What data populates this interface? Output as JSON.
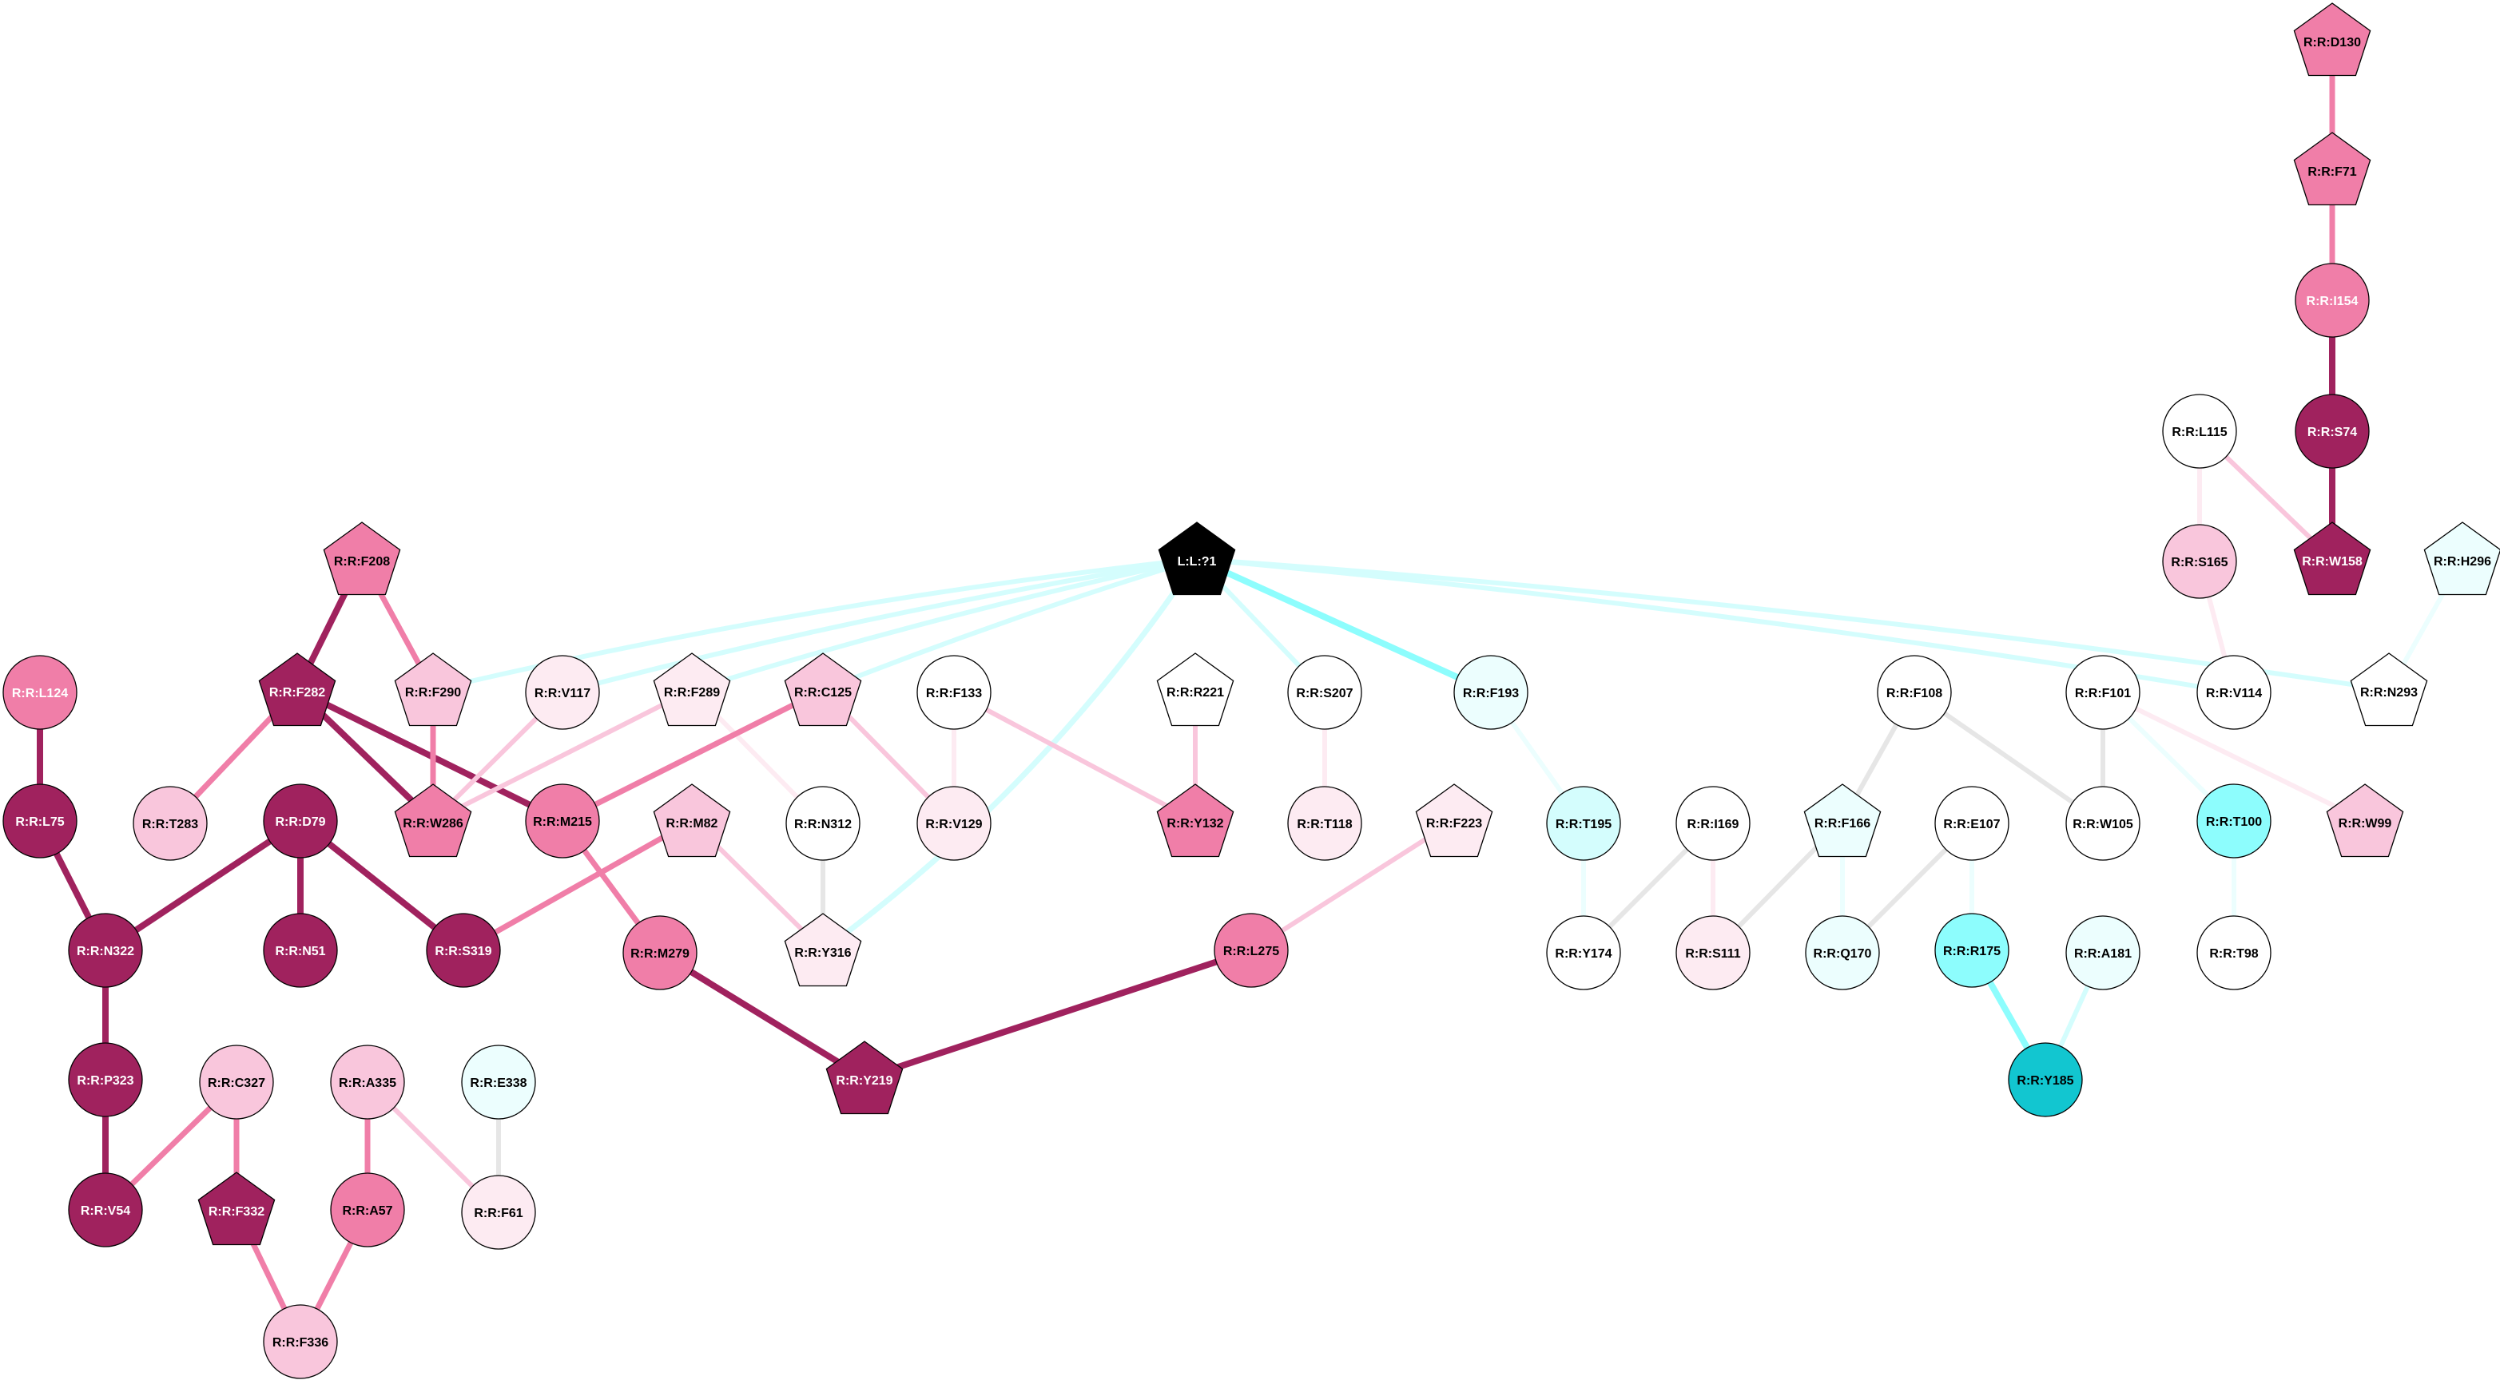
{
  "colors": {
    "dark": "#a0225e",
    "mid": "#f07ea8",
    "light": "#f9c6dc",
    "pale": "#fdebf2",
    "white": "#ffffff",
    "ice": "#ecfefe",
    "cyan_light": "#d4fdfd",
    "cyan": "#8dfdfd",
    "teal": "#12c6d0",
    "black": "#000000",
    "edge_grey": "#e6e6e6"
  },
  "nodes": [
    {
      "id": "R:R:D130",
      "shape": "pentagon",
      "color": "mid",
      "label_color": "dark-text"
    },
    {
      "id": "R:R:F71",
      "shape": "pentagon",
      "color": "mid",
      "label_color": "dark-text"
    },
    {
      "id": "R:R:I154",
      "shape": "circle",
      "color": "mid",
      "label_color": "white-text"
    },
    {
      "id": "R:R:S74",
      "shape": "circle",
      "color": "dark",
      "label_color": "white-text"
    },
    {
      "id": "R:R:L115",
      "shape": "circle",
      "color": "white",
      "label_color": "dark-text"
    },
    {
      "id": "R:R:W158",
      "shape": "pentagon",
      "color": "dark",
      "label_color": "white-text"
    },
    {
      "id": "R:R:S165",
      "shape": "circle",
      "color": "light",
      "label_color": "dark-text"
    },
    {
      "id": "R:R:H296",
      "shape": "pentagon",
      "color": "ice",
      "label_color": "dark-text"
    },
    {
      "id": "L:L:?1",
      "shape": "pentagon",
      "color": "black",
      "label_color": "white-text"
    },
    {
      "id": "R:R:F208",
      "shape": "pentagon",
      "color": "mid",
      "label_color": "dark-text"
    },
    {
      "id": "R:R:L124",
      "shape": "circle",
      "color": "mid",
      "label_color": "white-text"
    },
    {
      "id": "R:R:F282",
      "shape": "pentagon",
      "color": "dark",
      "label_color": "white-text"
    },
    {
      "id": "R:R:F290",
      "shape": "pentagon",
      "color": "light",
      "label_color": "dark-text"
    },
    {
      "id": "R:R:V117",
      "shape": "circle",
      "color": "pale",
      "label_color": "dark-text"
    },
    {
      "id": "R:R:F289",
      "shape": "pentagon",
      "color": "pale",
      "label_color": "dark-text"
    },
    {
      "id": "R:R:C125",
      "shape": "pentagon",
      "color": "light",
      "label_color": "dark-text"
    },
    {
      "id": "R:R:F133",
      "shape": "circle",
      "color": "white",
      "label_color": "dark-text"
    },
    {
      "id": "R:R:R221",
      "shape": "pentagon",
      "color": "white",
      "label_color": "dark-text"
    },
    {
      "id": "R:R:S207",
      "shape": "circle",
      "color": "white",
      "label_color": "dark-text"
    },
    {
      "id": "R:R:F193",
      "shape": "circle",
      "color": "ice",
      "label_color": "dark-text"
    },
    {
      "id": "R:R:F108",
      "shape": "circle",
      "color": "white",
      "label_color": "dark-text"
    },
    {
      "id": "R:R:F101",
      "shape": "circle",
      "color": "white",
      "label_color": "dark-text"
    },
    {
      "id": "R:R:V114",
      "shape": "circle",
      "color": "white",
      "label_color": "dark-text"
    },
    {
      "id": "R:R:N293",
      "shape": "pentagon",
      "color": "white",
      "label_color": "dark-text"
    },
    {
      "id": "R:R:L75",
      "shape": "circle",
      "color": "dark",
      "label_color": "white-text"
    },
    {
      "id": "R:R:T283",
      "shape": "circle",
      "color": "light",
      "label_color": "dark-text"
    },
    {
      "id": "R:R:D79",
      "shape": "circle",
      "color": "dark",
      "label_color": "white-text"
    },
    {
      "id": "R:R:W286",
      "shape": "pentagon",
      "color": "mid",
      "label_color": "dark-text"
    },
    {
      "id": "R:R:M215",
      "shape": "circle",
      "color": "mid",
      "label_color": "dark-text"
    },
    {
      "id": "R:R:M82",
      "shape": "pentagon",
      "color": "light",
      "label_color": "dark-text"
    },
    {
      "id": "R:R:N312",
      "shape": "circle",
      "color": "white",
      "label_color": "dark-text"
    },
    {
      "id": "R:R:V129",
      "shape": "circle",
      "color": "pale",
      "label_color": "dark-text"
    },
    {
      "id": "R:R:Y132",
      "shape": "pentagon",
      "color": "mid",
      "label_color": "dark-text"
    },
    {
      "id": "R:R:T118",
      "shape": "circle",
      "color": "pale",
      "label_color": "dark-text"
    },
    {
      "id": "R:R:F223",
      "shape": "pentagon",
      "color": "pale",
      "label_color": "dark-text"
    },
    {
      "id": "R:R:T195",
      "shape": "circle",
      "color": "cyan_light",
      "label_color": "dark-text"
    },
    {
      "id": "R:R:I169",
      "shape": "circle",
      "color": "white",
      "label_color": "dark-text"
    },
    {
      "id": "R:R:F166",
      "shape": "pentagon",
      "color": "ice",
      "label_color": "dark-text"
    },
    {
      "id": "R:R:E107",
      "shape": "circle",
      "color": "white",
      "label_color": "dark-text"
    },
    {
      "id": "R:R:W105",
      "shape": "circle",
      "color": "white",
      "label_color": "dark-text"
    },
    {
      "id": "R:R:T100",
      "shape": "circle",
      "color": "cyan",
      "label_color": "dark-text"
    },
    {
      "id": "R:R:W99",
      "shape": "pentagon",
      "color": "light",
      "label_color": "dark-text"
    },
    {
      "id": "R:R:N322",
      "shape": "circle",
      "color": "dark",
      "label_color": "white-text"
    },
    {
      "id": "R:R:N51",
      "shape": "circle",
      "color": "dark",
      "label_color": "white-text"
    },
    {
      "id": "R:R:S319",
      "shape": "circle",
      "color": "dark",
      "label_color": "white-text"
    },
    {
      "id": "R:R:M279",
      "shape": "circle",
      "color": "mid",
      "label_color": "dark-text"
    },
    {
      "id": "R:R:Y316",
      "shape": "pentagon",
      "color": "pale",
      "label_color": "dark-text"
    },
    {
      "id": "R:R:L275",
      "shape": "circle",
      "color": "mid",
      "label_color": "dark-text"
    },
    {
      "id": "R:R:Y174",
      "shape": "circle",
      "color": "white",
      "label_color": "dark-text"
    },
    {
      "id": "R:R:S111",
      "shape": "circle",
      "color": "pale",
      "label_color": "dark-text"
    },
    {
      "id": "R:R:Q170",
      "shape": "circle",
      "color": "ice",
      "label_color": "dark-text"
    },
    {
      "id": "R:R:R175",
      "shape": "circle",
      "color": "cyan",
      "label_color": "dark-text"
    },
    {
      "id": "R:R:A181",
      "shape": "circle",
      "color": "ice",
      "label_color": "dark-text"
    },
    {
      "id": "R:R:T98",
      "shape": "circle",
      "color": "white",
      "label_color": "dark-text"
    },
    {
      "id": "R:R:P323",
      "shape": "circle",
      "color": "dark",
      "label_color": "white-text"
    },
    {
      "id": "R:R:C327",
      "shape": "circle",
      "color": "light",
      "label_color": "dark-text"
    },
    {
      "id": "R:R:A335",
      "shape": "circle",
      "color": "light",
      "label_color": "dark-text"
    },
    {
      "id": "R:R:E338",
      "shape": "circle",
      "color": "ice",
      "label_color": "dark-text"
    },
    {
      "id": "R:R:Y219",
      "shape": "pentagon",
      "color": "dark",
      "label_color": "white-text"
    },
    {
      "id": "R:R:Y185",
      "shape": "circle",
      "color": "teal",
      "label_color": "dark-text"
    },
    {
      "id": "R:R:V54",
      "shape": "circle",
      "color": "dark",
      "label_color": "white-text"
    },
    {
      "id": "R:R:F332",
      "shape": "pentagon",
      "color": "dark",
      "label_color": "white-text"
    },
    {
      "id": "R:R:A57",
      "shape": "circle",
      "color": "mid",
      "label_color": "dark-text"
    },
    {
      "id": "R:R:F61",
      "shape": "circle",
      "color": "pale",
      "label_color": "dark-text"
    },
    {
      "id": "R:R:F336",
      "shape": "circle",
      "color": "light",
      "label_color": "dark-text"
    }
  ],
  "edges": [
    {
      "from": "R:R:D130",
      "to": "R:R:F71",
      "color": "mid",
      "weight": 7
    },
    {
      "from": "R:R:F71",
      "to": "R:R:I154",
      "color": "mid",
      "weight": 7
    },
    {
      "from": "R:R:I154",
      "to": "R:R:S74",
      "color": "dark",
      "weight": 8
    },
    {
      "from": "R:R:S74",
      "to": "R:R:W158",
      "color": "dark",
      "weight": 8
    },
    {
      "from": "R:R:L115",
      "to": "R:R:W158",
      "color": "light",
      "weight": 6
    },
    {
      "from": "R:R:L115",
      "to": "R:R:S165",
      "color": "pale",
      "weight": 6
    },
    {
      "from": "R:R:S165",
      "to": "R:R:V114",
      "color": "pale",
      "weight": 6
    },
    {
      "from": "R:R:H296",
      "to": "R:R:N293",
      "color": "ice",
      "weight": 6
    },
    {
      "from": "L:L:?1",
      "to": "R:R:F290",
      "color": "cyan_light",
      "weight": 6,
      "bend": 30
    },
    {
      "from": "L:L:?1",
      "to": "R:R:V117",
      "color": "cyan_light",
      "weight": 6,
      "bend": 20
    },
    {
      "from": "L:L:?1",
      "to": "R:R:F289",
      "color": "cyan_light",
      "weight": 6,
      "bend": 15
    },
    {
      "from": "L:L:?1",
      "to": "R:R:C125",
      "color": "cyan_light",
      "weight": 6,
      "bend": 10
    },
    {
      "from": "L:L:?1",
      "to": "R:R:Y316",
      "color": "cyan_light",
      "weight": 7,
      "bend": -60
    },
    {
      "from": "L:L:?1",
      "to": "R:R:S207",
      "color": "cyan_light",
      "weight": 6
    },
    {
      "from": "L:L:?1",
      "to": "R:R:F193",
      "color": "cyan",
      "weight": 8
    },
    {
      "from": "L:L:?1",
      "to": "R:R:V114",
      "color": "cyan_light",
      "weight": 6,
      "bend": -25
    },
    {
      "from": "L:L:?1",
      "to": "R:R:N293",
      "color": "cyan_light",
      "weight": 6,
      "bend": -30
    },
    {
      "from": "R:R:F208",
      "to": "R:R:F282",
      "color": "dark",
      "weight": 8
    },
    {
      "from": "R:R:F208",
      "to": "R:R:F290",
      "color": "mid",
      "weight": 7
    },
    {
      "from": "R:R:F282",
      "to": "R:R:T283",
      "color": "mid",
      "weight": 7
    },
    {
      "from": "R:R:F282",
      "to": "R:R:W286",
      "color": "dark",
      "weight": 8
    },
    {
      "from": "R:R:F282",
      "to": "R:R:M215",
      "color": "dark",
      "weight": 8
    },
    {
      "from": "R:R:F290",
      "to": "R:R:W286",
      "color": "mid",
      "weight": 7
    },
    {
      "from": "R:R:V117",
      "to": "R:R:W286",
      "color": "light",
      "weight": 6
    },
    {
      "from": "R:R:F289",
      "to": "R:R:W286",
      "color": "light",
      "weight": 6
    },
    {
      "from": "R:R:F289",
      "to": "R:R:N312",
      "color": "pale",
      "weight": 6
    },
    {
      "from": "R:R:C125",
      "to": "R:R:M215",
      "color": "mid",
      "weight": 7
    },
    {
      "from": "R:R:C125",
      "to": "R:R:V129",
      "color": "light",
      "weight": 6
    },
    {
      "from": "R:R:F133",
      "to": "R:R:V129",
      "color": "pale",
      "weight": 6
    },
    {
      "from": "R:R:F133",
      "to": "R:R:Y132",
      "color": "light",
      "weight": 6
    },
    {
      "from": "R:R:R221",
      "to": "R:R:Y132",
      "color": "light",
      "weight": 6
    },
    {
      "from": "R:R:S207",
      "to": "R:R:T118",
      "color": "pale",
      "weight": 6
    },
    {
      "from": "R:R:F193",
      "to": "R:R:T195",
      "color": "ice",
      "weight": 6
    },
    {
      "from": "R:R:T195",
      "to": "R:R:Y174",
      "color": "ice",
      "weight": 6
    },
    {
      "from": "R:R:I169",
      "to": "R:R:Y174",
      "color": "edge_grey",
      "weight": 6
    },
    {
      "from": "R:R:I169",
      "to": "R:R:S111",
      "color": "pale",
      "weight": 6
    },
    {
      "from": "R:R:F108",
      "to": "R:R:F166",
      "color": "edge_grey",
      "weight": 6
    },
    {
      "from": "R:R:F108",
      "to": "R:R:W105",
      "color": "edge_grey",
      "weight": 6
    },
    {
      "from": "R:R:F166",
      "to": "R:R:S111",
      "color": "edge_grey",
      "weight": 6
    },
    {
      "from": "R:R:F166",
      "to": "R:R:Q170",
      "color": "ice",
      "weight": 6
    },
    {
      "from": "R:R:E107",
      "to": "R:R:Q170",
      "color": "edge_grey",
      "weight": 6
    },
    {
      "from": "R:R:E107",
      "to": "R:R:R175",
      "color": "ice",
      "weight": 6
    },
    {
      "from": "R:R:F101",
      "to": "R:R:W105",
      "color": "edge_grey",
      "weight": 6
    },
    {
      "from": "R:R:F101",
      "to": "R:R:T100",
      "color": "ice",
      "weight": 6
    },
    {
      "from": "R:R:F101",
      "to": "R:R:W99",
      "color": "pale",
      "weight": 6
    },
    {
      "from": "R:R:T100",
      "to": "R:R:T98",
      "color": "ice",
      "weight": 6
    },
    {
      "from": "R:R:R175",
      "to": "R:R:Y185",
      "color": "cyan",
      "weight": 8
    },
    {
      "from": "R:R:A181",
      "to": "R:R:Y185",
      "color": "cyan_light",
      "weight": 6
    },
    {
      "from": "R:R:L124",
      "to": "R:R:L75",
      "color": "dark",
      "weight": 8
    },
    {
      "from": "R:R:L75",
      "to": "R:R:N322",
      "color": "dark",
      "weight": 8
    },
    {
      "from": "R:R:D79",
      "to": "R:R:N322",
      "color": "dark",
      "weight": 8
    },
    {
      "from": "R:R:D79",
      "to": "R:R:N51",
      "color": "dark",
      "weight": 8
    },
    {
      "from": "R:R:D79",
      "to": "R:R:S319",
      "color": "dark",
      "weight": 8
    },
    {
      "from": "R:R:M82",
      "to": "R:R:S319",
      "color": "mid",
      "weight": 7
    },
    {
      "from": "R:R:M82",
      "to": "R:R:Y316",
      "color": "light",
      "weight": 6
    },
    {
      "from": "R:R:N312",
      "to": "R:R:Y316",
      "color": "edge_grey",
      "weight": 6
    },
    {
      "from": "R:R:M215",
      "to": "R:R:M279",
      "color": "mid",
      "weight": 7
    },
    {
      "from": "R:R:M279",
      "to": "R:R:Y219",
      "color": "dark",
      "weight": 8
    },
    {
      "from": "R:R:L275",
      "to": "R:R:Y219",
      "color": "dark",
      "weight": 8
    },
    {
      "from": "R:R:F223",
      "to": "R:R:L275",
      "color": "light",
      "weight": 6
    },
    {
      "from": "R:R:N322",
      "to": "R:R:P323",
      "color": "dark",
      "weight": 8
    },
    {
      "from": "R:R:P323",
      "to": "R:R:V54",
      "color": "dark",
      "weight": 8
    },
    {
      "from": "R:R:C327",
      "to": "R:R:V54",
      "color": "mid",
      "weight": 7
    },
    {
      "from": "R:R:C327",
      "to": "R:R:F332",
      "color": "mid",
      "weight": 7
    },
    {
      "from": "R:R:F332",
      "to": "R:R:F336",
      "color": "mid",
      "weight": 7
    },
    {
      "from": "R:R:A335",
      "to": "R:R:A57",
      "color": "mid",
      "weight": 7
    },
    {
      "from": "R:R:A335",
      "to": "R:R:F61",
      "color": "light",
      "weight": 6
    },
    {
      "from": "R:R:E338",
      "to": "R:R:F61",
      "color": "edge_grey",
      "weight": 6
    },
    {
      "from": "R:R:A57",
      "to": "R:R:F336",
      "color": "mid",
      "weight": 7
    }
  ]
}
